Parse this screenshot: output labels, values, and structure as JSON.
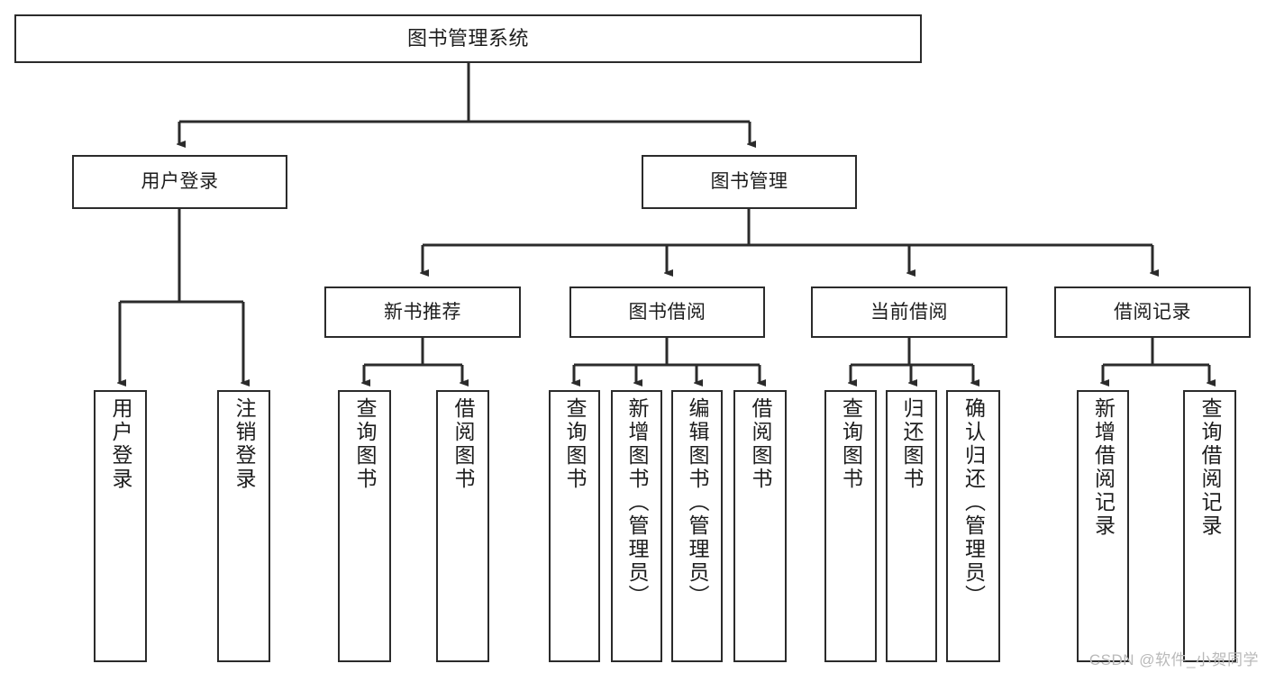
{
  "diagram": {
    "title": "图书管理系统",
    "type": "tree-hierarchy",
    "watermark": "CSDN @软件_小贺同学",
    "colors": {
      "node_border": "#2b2b2b",
      "node_fill": "#ffffff",
      "edge": "#2b2b2b",
      "text": "#1d1d1d",
      "watermark": "#b9b9b9",
      "background": "#ffffff"
    }
  },
  "root": {
    "label": "图书管理系统"
  },
  "level1": [
    {
      "label": "用户登录"
    },
    {
      "label": "图书管理"
    }
  ],
  "level2": [
    {
      "label": "新书推荐"
    },
    {
      "label": "图书借阅"
    },
    {
      "label": "当前借阅"
    },
    {
      "label": "借阅记录"
    }
  ],
  "leaves": {
    "user_login": [
      {
        "label": "用户登录"
      },
      {
        "label": "注销登录"
      }
    ],
    "new_book_recommend": [
      {
        "label": "查询图书"
      },
      {
        "label": "借阅图书"
      }
    ],
    "book_borrow": [
      {
        "label": "查询图书"
      },
      {
        "label": "新增图书（管理员）"
      },
      {
        "label": "编辑图书（管理员）"
      },
      {
        "label": "借阅图书"
      }
    ],
    "current_borrow": [
      {
        "label": "查询图书"
      },
      {
        "label": "归还图书"
      },
      {
        "label": "确认归还（管理员）"
      }
    ],
    "borrow_record": [
      {
        "label": "新增借阅记录"
      },
      {
        "label": "查询借阅记录"
      }
    ]
  }
}
